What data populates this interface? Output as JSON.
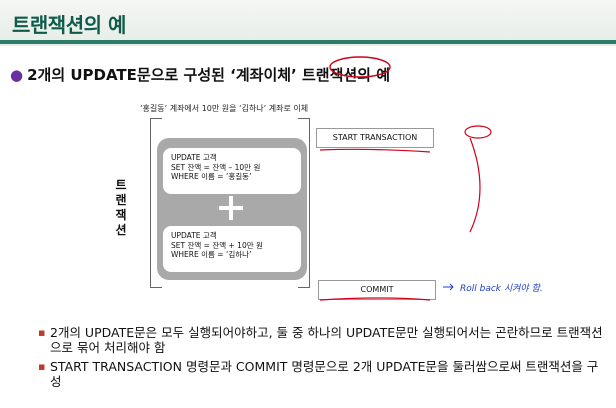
{
  "slide_title": "트랜잭션의 예",
  "heading": "2개의 UPDATE문으로 구성된 ‘계좌이체’ 트랜잭션의 예",
  "caption": "‘홍길동’ 계좌에서 10만 원을 ‘김하나’ 계좌로 이체",
  "side_label": [
    "트",
    "랜",
    "잭",
    "션"
  ],
  "start_statement": "START TRANSACTION",
  "commit_statement": "COMMIT",
  "update1": [
    "UPDATE 고객",
    "SET 잔액 = 잔액 – 10만 원",
    "WHERE 이름 = ‘홍길동’"
  ],
  "update2": [
    "UPDATE 고객",
    "SET 잔액 = 잔액 + 10만 원",
    "WHERE 이름 = ‘김하나’"
  ],
  "bullets": [
    "2개의 UPDATE문은 모두 실행되어야하고, 둘 중 하나의 UPDATE문만 실행되어서는 곤란하므로 트랜잭션으로 묶어 처리해야 함",
    "START TRANSACTION 명령문과 COMMIT 명령문으로 2개 UPDATE문을 둘러쌈으로써 트랜잭션을 구성"
  ],
  "annotations": {
    "rollback_note": "Roll back 시켜야 함.",
    "ink_color": "#d0021b",
    "note_color": "#1e40c8"
  },
  "colors": {
    "title": "#0f5a4a",
    "rule": "#2e7d6a",
    "bullet_dot": "#6a2fa3",
    "panel": "#a9a9a9"
  }
}
